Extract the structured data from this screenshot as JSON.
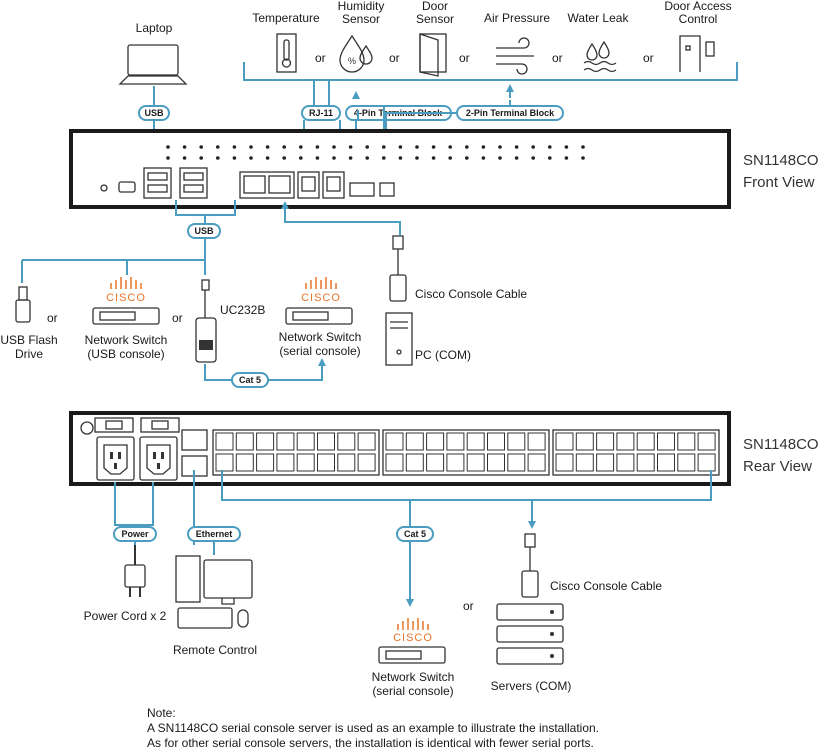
{
  "labels": {
    "laptop": "Laptop",
    "temperature": "Temperature",
    "humidity": [
      "Humidity",
      "Sensor"
    ],
    "door": [
      "Door",
      "Sensor"
    ],
    "air": "Air Pressure",
    "water": "Water Leak",
    "door_access": [
      "Door Access",
      "Control"
    ],
    "or": "or",
    "usb_flash": [
      "USB Flash",
      "Drive"
    ],
    "ns_usb": [
      "Network Switch",
      "(USB console)"
    ],
    "uc232b": "UC232B",
    "ns_serial": [
      "Network Switch",
      "(serial console)"
    ],
    "cisco_cable": "Cisco Console Cable",
    "pc": "PC (COM)",
    "power_cord": "Power Cord x 2",
    "remote_control": "Remote Control",
    "servers": "Servers (COM)",
    "cisco": "CISCO"
  },
  "pills": {
    "usb_top": "USB",
    "rj11": "RJ-11",
    "pin4": "4-Pin Terminal Block",
    "pin2": "2-Pin Terminal Block",
    "usb_mid": "USB",
    "cat5_mid": "Cat 5",
    "power": "Power",
    "ethernet": "Ethernet",
    "cat5_rear": "Cat 5"
  },
  "front": {
    "model": "SN1148CO",
    "view": "Front View"
  },
  "rear": {
    "model": "SN1148CO",
    "view": "Rear View"
  },
  "note": {
    "title": "Note:",
    "line1": "A SN1148CO serial console server is used as an example to illustrate the installation.",
    "line2": "As for other serial console servers, the installation is identical with fewer serial ports."
  },
  "colors": {
    "connector": "#4a9cc0",
    "cisco": "#e8742a"
  }
}
